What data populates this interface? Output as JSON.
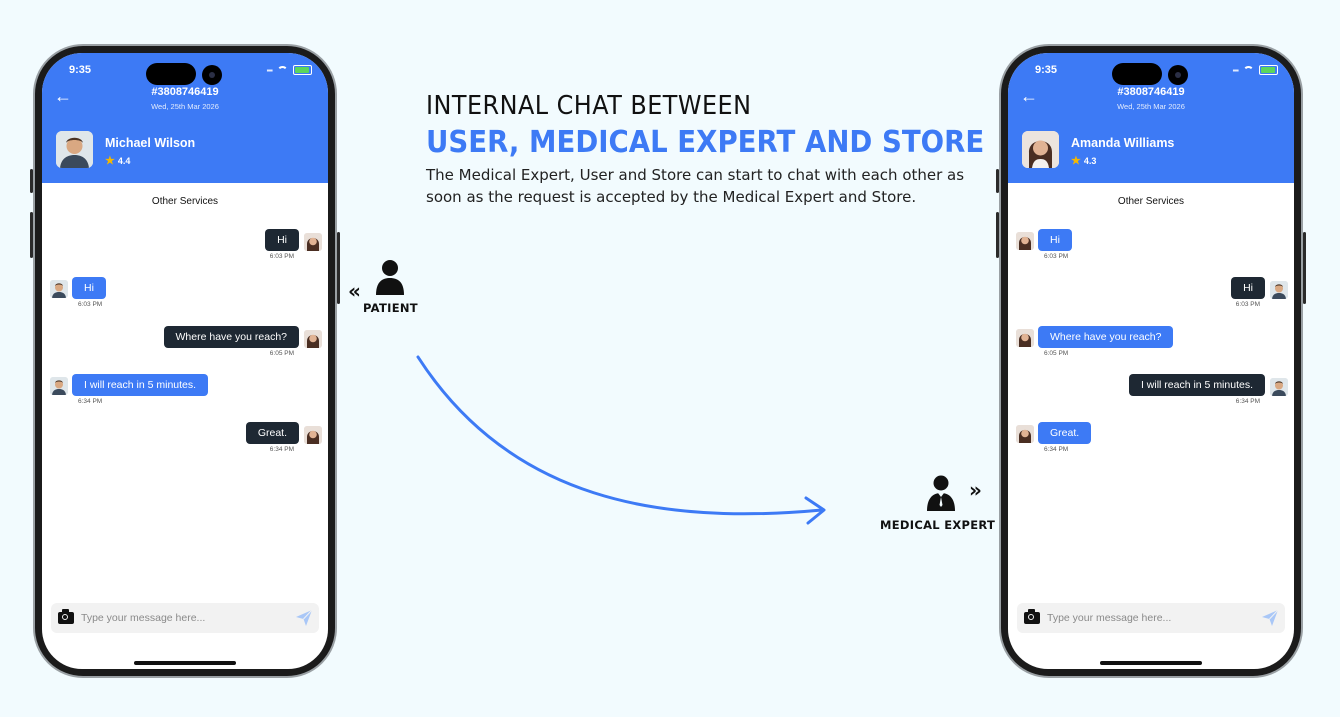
{
  "headline": {
    "line1": "INTERNAL CHAT BETWEEN",
    "line2": "USER, MEDICAL EXPERT AND STORE",
    "description": "The Medical Expert, User and Store can start to chat with each other as soon as the request is accepted by the Medical Expert and Store."
  },
  "labels": {
    "patient": "PATIENT",
    "medical_expert": "MEDICAL EXPERT"
  },
  "colors": {
    "accent": "#3d7af5",
    "dark_bubble": "#1e2833",
    "background": "#f2fbfe"
  },
  "phones": [
    {
      "status_time": "9:35",
      "order_number": "#3808746419",
      "order_date": "Wed, 25th Mar 2026",
      "profile_name": "Michael Wilson",
      "rating": "4.4",
      "section_title": "Other Services",
      "messages": [
        {
          "text": "Hi",
          "time": "6:03 PM",
          "side": "right"
        },
        {
          "text": "Hi",
          "time": "6:03 PM",
          "side": "left"
        },
        {
          "text": "Where have you reach?",
          "time": "6:05 PM",
          "side": "right"
        },
        {
          "text": "I will reach in 5 minutes.",
          "time": "6:34 PM",
          "side": "left"
        },
        {
          "text": "Great.",
          "time": "6:34 PM",
          "side": "right"
        }
      ],
      "input_placeholder": "Type your message here..."
    },
    {
      "status_time": "9:35",
      "order_number": "#3808746419",
      "order_date": "Wed, 25th Mar 2026",
      "profile_name": "Amanda Williams",
      "rating": "4.3",
      "section_title": "Other Services",
      "messages": [
        {
          "text": "Hi",
          "time": "6:03 PM",
          "side": "left"
        },
        {
          "text": "Hi",
          "time": "6:03 PM",
          "side": "right"
        },
        {
          "text": "Where have you reach?",
          "time": "6:05 PM",
          "side": "left"
        },
        {
          "text": "I will reach in 5 minutes.",
          "time": "6:34 PM",
          "side": "right"
        },
        {
          "text": "Great.",
          "time": "6:34 PM",
          "side": "left"
        }
      ],
      "input_placeholder": "Type your message here..."
    }
  ]
}
